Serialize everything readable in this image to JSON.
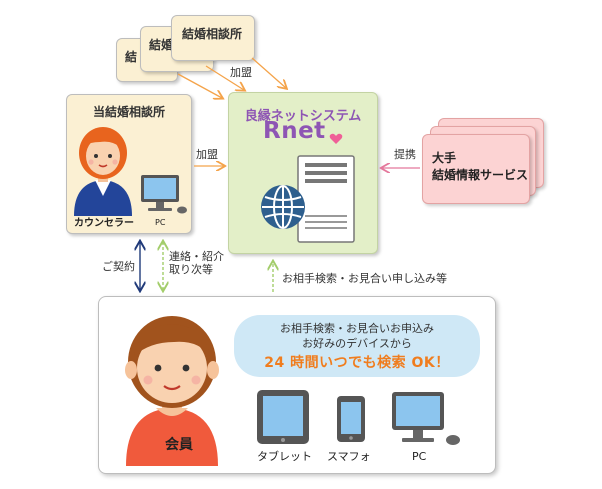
{
  "agencies": {
    "affiliate_label": "結婚相談所",
    "affiliate_label_short": "結婚",
    "affiliate_label_clip": "結",
    "own_agency_title": "当結婚相談所",
    "counselor_label": "カウンセラー",
    "pc_label": "PC"
  },
  "rnet": {
    "title": "良縁ネットシステム",
    "logo": "Rnet"
  },
  "partner": {
    "line1": "大手",
    "line2": "結婚情報サービス"
  },
  "flows": {
    "join_top": "加盟",
    "join_left": "加盟",
    "partnership": "提携",
    "contract": "ご契約",
    "contact_line1": "連絡・紹介",
    "contact_line2": "取り次等",
    "search_request": "お相手検索・お見合い申し込み等"
  },
  "member_area": {
    "bubble_line1": "お相手検索・お見合いお申込み",
    "bubble_line2": "お好みのデバイスから",
    "bubble_cta": "24 時間いつでも検索 OK！",
    "member_label": "会員",
    "devices": [
      "タブレット",
      "スマフォ",
      "PC"
    ]
  },
  "colors": {
    "arrow_orange": "#f4a34a",
    "arrow_pink": "#e4789c",
    "arrow_navy": "#203a7a",
    "arrow_green": "#a3cd6b",
    "cta_orange": "#f07d1e",
    "rnet_purple": "#8e55b4"
  }
}
